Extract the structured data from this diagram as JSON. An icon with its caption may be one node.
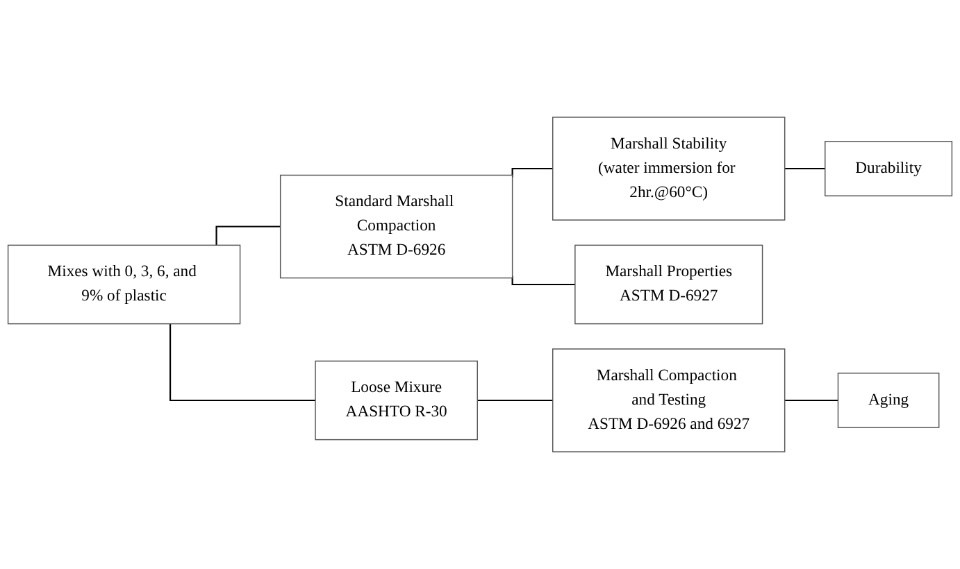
{
  "diagram": {
    "nodes": [
      {
        "text": [
          "Mixes with 0, 3, 6, and 9% of plastic"
        ]
      },
      {
        "text": [
          "Standard Marshall Compaction",
          "ASTM D-6926"
        ]
      },
      {
        "text": [
          "Marshall Stability",
          "(water immersion for 2hr.@60°C)"
        ]
      },
      {
        "text": [
          "Durability"
        ]
      },
      {
        "text": [
          "Marshall Properties",
          "ASTM D-6927"
        ]
      },
      {
        "text": [
          "Loose Mixure",
          "AASHTO R-30"
        ]
      },
      {
        "text": [
          "Marshall Compaction and Testing",
          "ASTM D-6926 and 6927"
        ]
      },
      {
        "text": [
          "Aging"
        ]
      }
    ],
    "edges": [
      {
        "from": 0,
        "to": 1,
        "arrow": "none"
      },
      {
        "from": 0,
        "to": 5,
        "arrow": "none"
      },
      {
        "from": 1,
        "to": 2,
        "arrow": "none"
      },
      {
        "from": 1,
        "to": 4,
        "arrow": "none"
      },
      {
        "from": 2,
        "to": 3,
        "arrow": "none"
      },
      {
        "from": 5,
        "to": 6,
        "arrow": "none"
      },
      {
        "from": 6,
        "to": 7,
        "arrow": "none"
      }
    ]
  }
}
